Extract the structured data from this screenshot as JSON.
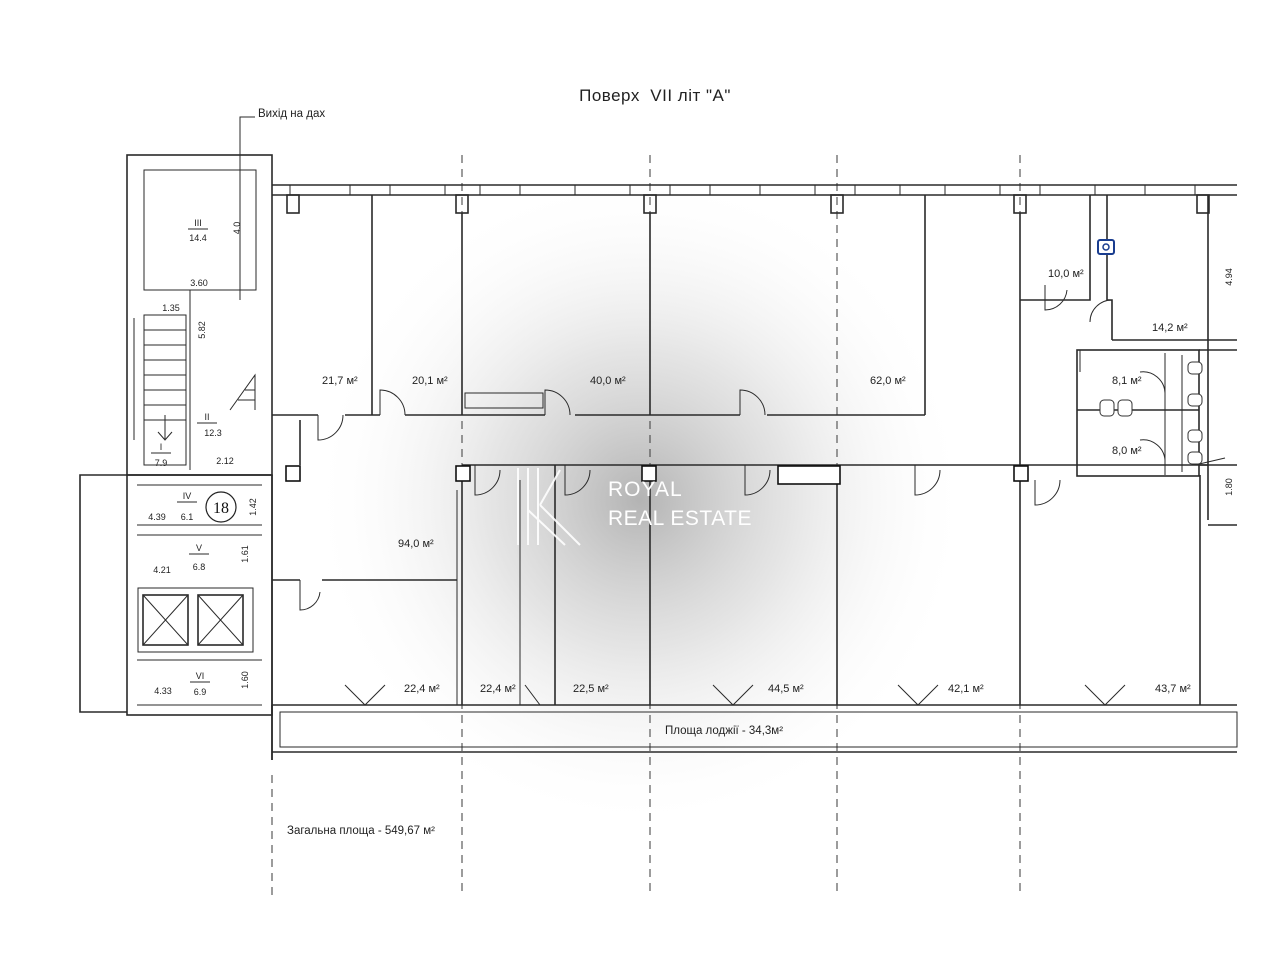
{
  "title": "Поверх  VII літ \"А\"",
  "roof_exit": "Вихід на дах",
  "total_area": "Загальна площа - 549,67 м²",
  "loggia_area": "Площа лоджії - 34,3м²",
  "stair_number": "18",
  "watermark": {
    "line1": "ROYAL",
    "line2": "REAL ESTATE"
  },
  "rooms": {
    "r21_7": "21,7 м²",
    "r20_1": "20,1 м²",
    "r40_0": "40,0 м²",
    "r62_0": "62,0 м²",
    "r10_0": "10,0 м²",
    "r14_2": "14,2 м²",
    "r8_1": "8,1 м²",
    "r8_0": "8,0 м²",
    "r94_0": "94,0 м²",
    "r22_4a": "22,4 м²",
    "r22_4b": "22,4 м²",
    "r22_5": "22,5 м²",
    "r44_5": "44,5 м²",
    "r42_1": "42,1 м²",
    "r43_7": "43,7 м²"
  },
  "core": {
    "III": "III",
    "III_area": "14.4",
    "III_h": "4.0",
    "III_w": "3.60",
    "II": "II",
    "II_area": "12.3",
    "II_h": "5.82",
    "II_top": "1.35",
    "I": "I",
    "I_area": "7.9",
    "I_w": "2.12",
    "IV": "IV",
    "IV_area": "6.1",
    "IV_w": "4.39",
    "IV_h": "1.42",
    "V": "V",
    "V_area": "6.8",
    "V_w": "4.21",
    "V_h": "1.61",
    "VI": "VI",
    "VI_area": "6.9",
    "VI_w": "4.33",
    "VI_h": "1.60"
  },
  "dims": {
    "right_top": "4.94",
    "right_mid": "1.80"
  }
}
